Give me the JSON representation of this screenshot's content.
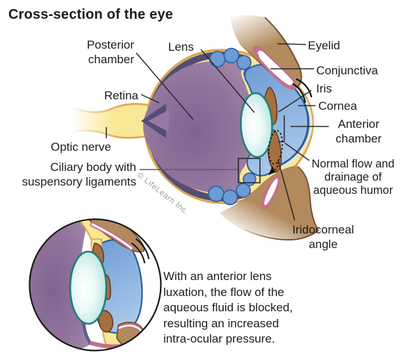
{
  "title": "Cross-section of the eye",
  "labels": {
    "posterior_chamber": "Posterior\nchamber",
    "lens": "Lens",
    "retina": "Retina",
    "optic_nerve": "Optic nerve",
    "ciliary_body": "Ciliary body with\nsuspensory ligaments",
    "eyelid": "Eyelid",
    "conjunctiva": "Conjunctiva",
    "iris": "Iris",
    "cornea": "Cornea",
    "anterior_chamber": "Anterior\nchamber",
    "normal_flow": "Normal flow and\ndrainage of\naqueous humor",
    "iridocorneal_angle": "Iridocorneal\nangle"
  },
  "inset": {
    "caption": "With an anterior lens\nluxation, the flow of the\naqueous fluid is blocked,\nresulting an increased\nintra-ocular pressure."
  },
  "watermark": "© LifeLearn Inc.",
  "colors": {
    "sclera": "#FAE795",
    "sclera_stroke": "#DEA64F",
    "retina_rim": "#534E76",
    "vitreous": "#91749C",
    "chamber_blue": "#7AA4DA",
    "chamber_stroke": "#2B5E9D",
    "lens_stroke": "#1F7E73",
    "iris_brown": "#A76E3F",
    "iris_stroke": "#5D3A1E",
    "eyelid_tan": "#B28A5D",
    "eyelid_stroke": "#6E4B28",
    "conjunctiva_pink": "#C66F8B",
    "text": "#1C1C1C",
    "watermark_gray": "#9A9A9A"
  }
}
